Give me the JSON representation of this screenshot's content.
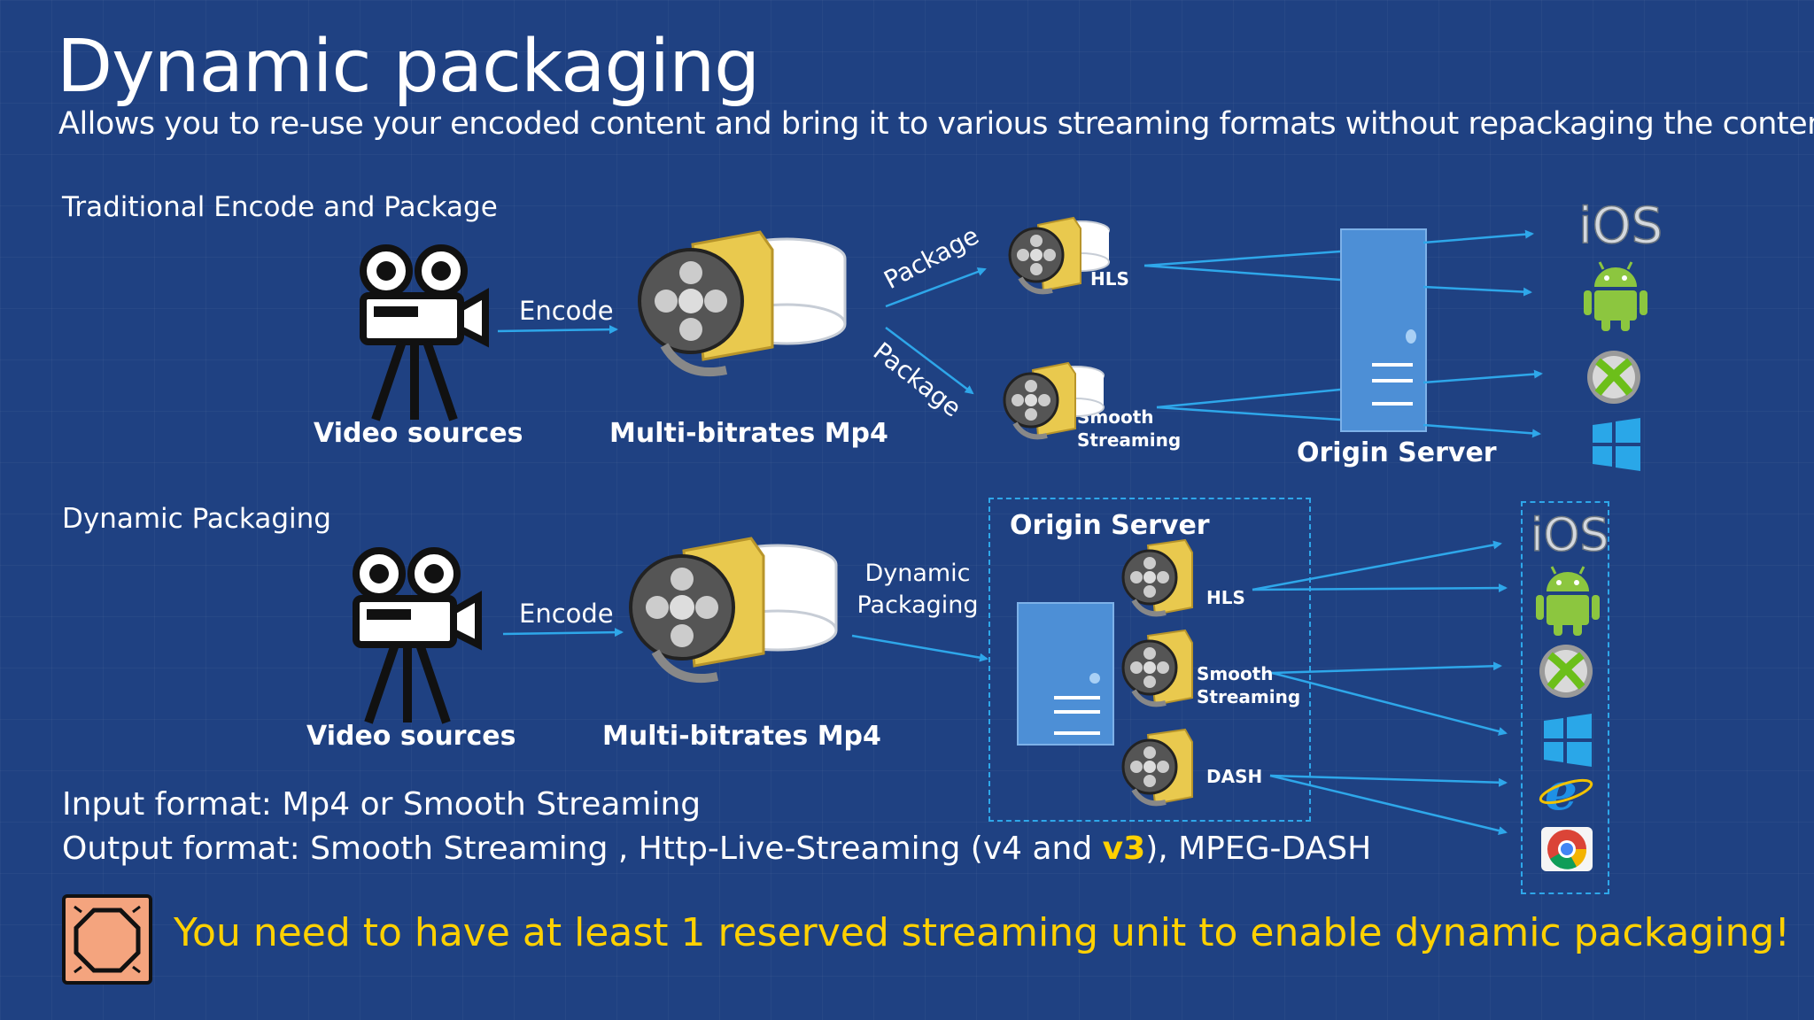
{
  "slide": {
    "title": "Dynamic packaging",
    "subtitle": "Allows you to re-use your encoded content and bring it to various streaming formats without repackaging the content."
  },
  "traditional": {
    "heading": "Traditional Encode and Package",
    "video_label": "Video sources",
    "encode_label": "Encode",
    "mp4_label": "Multi-bitrates Mp4",
    "package_label_1": "Package",
    "package_label_2": "Package",
    "hls_label": "HLS",
    "smooth_label_1": "Smooth",
    "smooth_label_2": "Streaming",
    "origin_label": "Origin Server"
  },
  "dynamic": {
    "heading": "Dynamic Packaging",
    "video_label": "Video sources",
    "encode_label": "Encode",
    "mp4_label": "Multi-bitrates Mp4",
    "dp_label_1": "Dynamic",
    "dp_label_2": "Packaging",
    "origin_label": "Origin Server",
    "hls_label": "HLS",
    "smooth_label_1": "Smooth",
    "smooth_label_2": "Streaming",
    "dash_label": "DASH"
  },
  "platforms": {
    "ios_text": "iOS",
    "icons": [
      "ios-icon",
      "android-icon",
      "xbox-icon",
      "windows-icon",
      "ie-icon",
      "chrome-icon"
    ]
  },
  "formats": {
    "input_line": "Input format: Mp4 or Smooth Streaming",
    "output_prefix": "Output format: Smooth Streaming , Http-Live-Streaming (v4 and ",
    "output_highlight": "v3",
    "output_suffix": "), MPEG-DASH"
  },
  "warning": {
    "text": "You need to have at least 1 reserved streaming unit to enable dynamic packaging!"
  },
  "colors": {
    "background": "#1f4182",
    "arrow": "#2ea7ea",
    "highlight": "#ffd100",
    "server": "#4d8fd6"
  }
}
